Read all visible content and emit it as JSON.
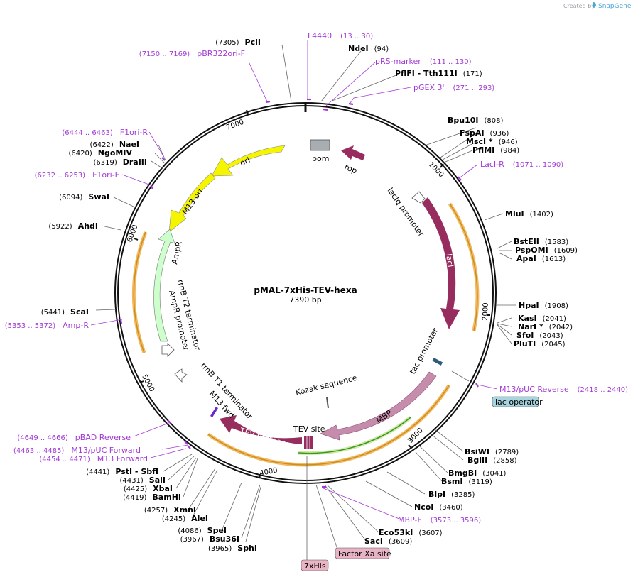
{
  "credit": {
    "text": "Created by",
    "brand": "SnapGene"
  },
  "plasmid": {
    "name": "pMAL-7xHis-TEV-hexa",
    "length": "7390 bp"
  },
  "ticks": [
    "1000",
    "2000",
    "3000",
    "4000",
    "5000",
    "6000",
    "7000"
  ],
  "sites": [
    {
      "pos": "(7305)",
      "name": "PciI"
    },
    {
      "pos": "(94)",
      "name": "NdeI"
    },
    {
      "pos": "(171)",
      "name": "PflFI",
      "name2": " - Tth111I"
    },
    {
      "pos": "(808)",
      "name": "Bpu10I"
    },
    {
      "pos": "(936)",
      "name": "FspAI"
    },
    {
      "pos": "(946)",
      "name": "MscI *"
    },
    {
      "pos": "(984)",
      "name": "PflMI"
    },
    {
      "pos": "(1402)",
      "name": "MluI"
    },
    {
      "pos": "(1583)",
      "name": "BstEII"
    },
    {
      "pos": "(1609)",
      "name": "PspOMI"
    },
    {
      "pos": "(1613)",
      "name": "ApaI"
    },
    {
      "pos": "(1908)",
      "name": "HpaI"
    },
    {
      "pos": "(2041)",
      "name": "KasI"
    },
    {
      "pos": "(2042)",
      "name": "NarI *"
    },
    {
      "pos": "(2043)",
      "name": "SfoI"
    },
    {
      "pos": "(2045)",
      "name": "PluTI"
    },
    {
      "pos": "(2789)",
      "name": "BsiWI"
    },
    {
      "pos": "(2858)",
      "name": "BglII"
    },
    {
      "pos": "(3041)",
      "name": "BmgBI"
    },
    {
      "pos": "(3119)",
      "name": "BsmI"
    },
    {
      "pos": "(3285)",
      "name": "BlpI"
    },
    {
      "pos": "(3460)",
      "name": "NcoI"
    },
    {
      "pos": "(3607)",
      "name": "Eco53kI"
    },
    {
      "pos": "(3609)",
      "name": "SacI"
    },
    {
      "pos": "(3965)",
      "name": "SphI"
    },
    {
      "pos": "(3967)",
      "name": "Bsu36I"
    },
    {
      "pos": "(4086)",
      "name": "SpeI"
    },
    {
      "pos": "(4245)",
      "name": "AleI"
    },
    {
      "pos": "(4257)",
      "name": "XmnI"
    },
    {
      "pos": "(4419)",
      "name": "BamHI"
    },
    {
      "pos": "(4425)",
      "name": "XbaI"
    },
    {
      "pos": "(4431)",
      "name": "SalI"
    },
    {
      "pos": "(4441)",
      "name": "PstI",
      "name2": " - SbfI"
    },
    {
      "pos": "(5441)",
      "name": "ScaI"
    },
    {
      "pos": "(5922)",
      "name": "AhdI"
    },
    {
      "pos": "(6094)",
      "name": "SwaI"
    },
    {
      "pos": "(6319)",
      "name": "DraIII"
    },
    {
      "pos": "(6420)",
      "name": "NgoMIV"
    },
    {
      "pos": "(6422)",
      "name": "NaeI"
    }
  ],
  "primers": [
    {
      "name": "L4440",
      "range": "(13 .. 30)"
    },
    {
      "name": "pRS-marker",
      "range": "(111 .. 130)"
    },
    {
      "name": "pGEX 3'",
      "range": "(271 .. 293)"
    },
    {
      "name": "LacI-R",
      "range": "(1071 .. 1090)"
    },
    {
      "name": "M13/pUC Reverse",
      "range": "(2418 .. 2440)"
    },
    {
      "name": "MBP-F",
      "range": "(3573 .. 3596)"
    },
    {
      "name": "M13 Forward",
      "range": "(4454 .. 4471)"
    },
    {
      "name": "M13/pUC Forward",
      "range": "(4463 .. 4485)"
    },
    {
      "name": "pBAD Reverse",
      "range": "(4649 .. 4666)"
    },
    {
      "name": "Amp-R",
      "range": "(5353 .. 5372)"
    },
    {
      "name": "F1ori-F",
      "range": "(6232 .. 6253)"
    },
    {
      "name": "F1ori-R",
      "range": "(6444 .. 6463)"
    },
    {
      "name": "pBR322ori-F",
      "range": "(7150 .. 7169)"
    }
  ],
  "boxed_labels": {
    "lac_operator": "lac operator",
    "factor_xa": "Factor Xa site",
    "his7": "7xHis"
  },
  "features": {
    "ori": "ori",
    "bom": "bom",
    "rop": "rop",
    "laciq_promoter": "lacIq promoter",
    "laci": "lacI",
    "tac_promoter": "tac promoter",
    "mbp": "MBP",
    "kozak": "Kozak sequence",
    "tev_site": "TEV site",
    "tev_protease": "TEV protease",
    "m13_fwd": "M13 fwd",
    "rrnb_t1": "rrnB T1 terminator",
    "rrnb_t2": "rrnB T2 terminator",
    "ampr_promoter": "AmpR promoter",
    "ampr": "AmpR",
    "m13_ori": "M13 ori"
  },
  "colors": {
    "backbone": "#111111",
    "primer": "#a23bd5",
    "laci": "#962d5e",
    "mbp": "#c68cab",
    "ori": "#f5f500",
    "ampr": "#ccffcc",
    "orf_outline": "#f5b860",
    "orf_inner": "#c8901c",
    "orf_green": "#3a9a1c",
    "bom": "#a8adb2",
    "lac_operator_box": "#a8d4e0",
    "tag_box": "#e8b4c4"
  }
}
